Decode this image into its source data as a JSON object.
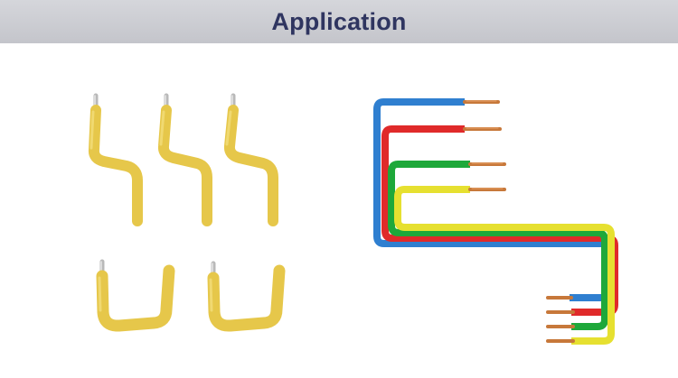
{
  "header": {
    "title": "Application"
  },
  "images": {
    "left_group_icon": "bent-yellow-wires",
    "right_group_icon": "colored-wire-bundle",
    "colors": {
      "yellow": "#e6c74a",
      "blue": "#2f7fd0",
      "red": "#e02a2a",
      "green": "#1ea83a",
      "lime": "#e6e030",
      "copper": "#c7783a"
    }
  }
}
